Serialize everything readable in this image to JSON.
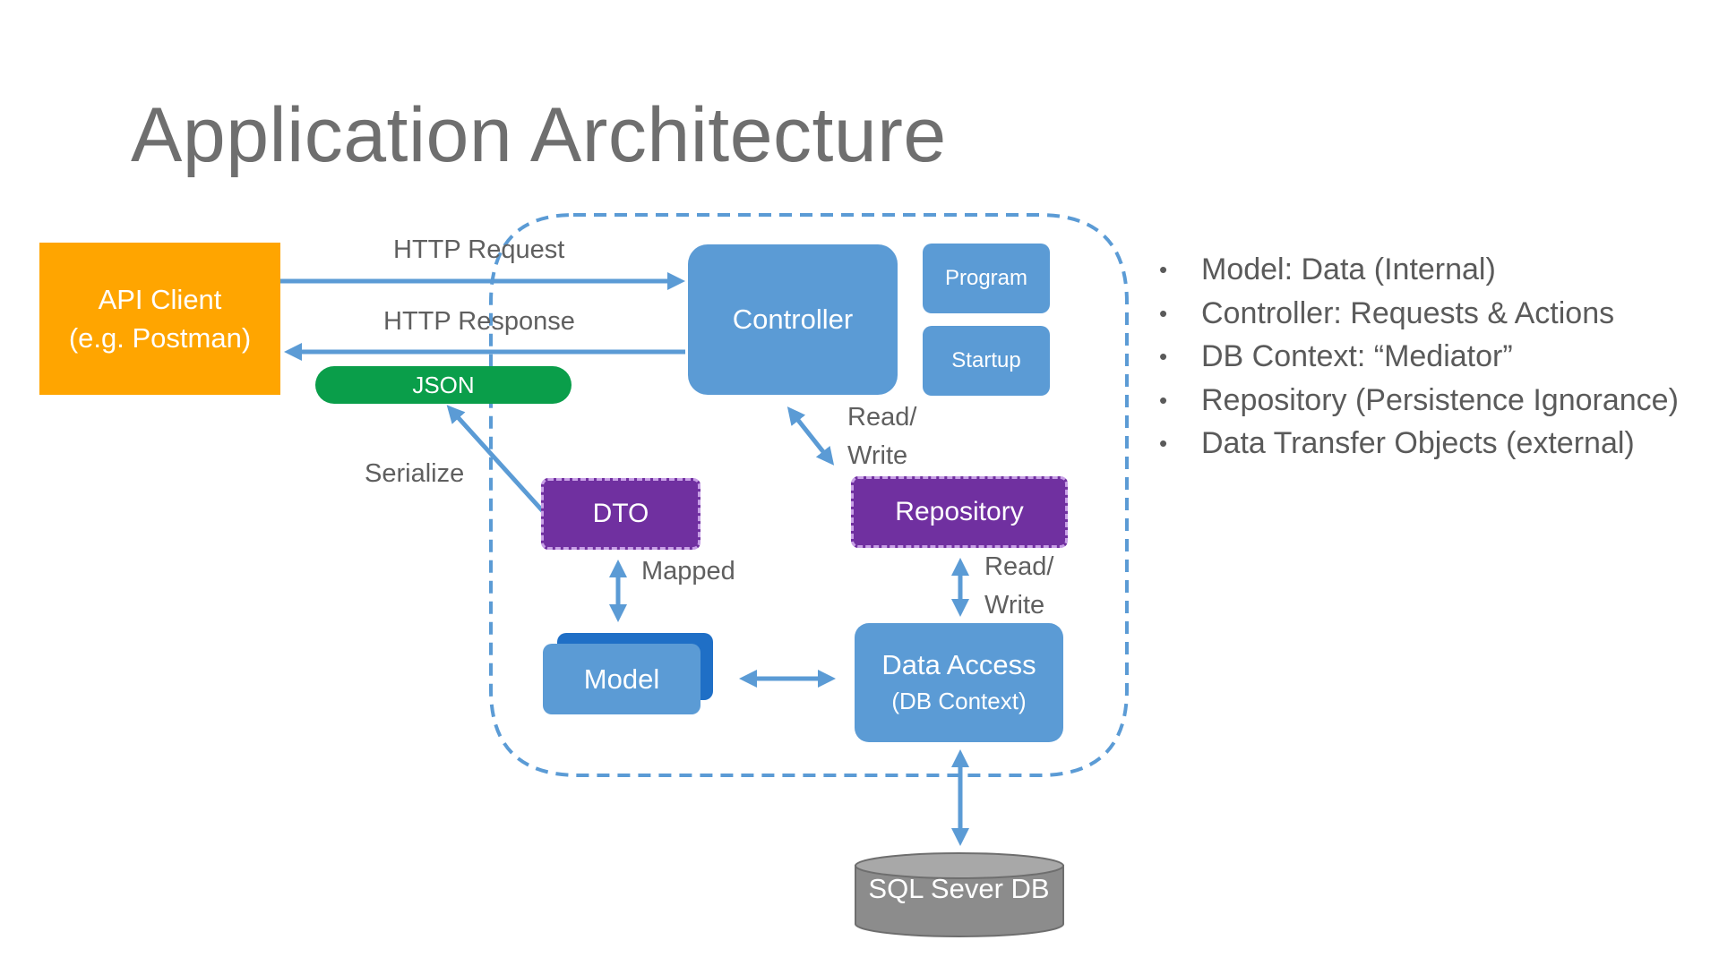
{
  "title": "Application Architecture",
  "colors": {
    "api_client": "#ffa500",
    "blue_box": "#5b9bd5",
    "dark_blue": "#1f6fc6",
    "purple_box": "#7030a0",
    "json_pill": "#0a9e4a",
    "db_gray": "#8c8c8c",
    "arrow": "#5b9bd5",
    "text_gray": "#5f5f5f"
  },
  "nodes": {
    "api_client": {
      "line1": "API Client",
      "line2": "(e.g. Postman)"
    },
    "controller": "Controller",
    "program": "Program",
    "startup": "Startup",
    "json": "JSON",
    "dto": "DTO",
    "repository": "Repository",
    "model": "Model",
    "data_access": {
      "line1": "Data Access",
      "line2": "(DB Context)"
    },
    "database": "SQL Sever DB"
  },
  "edges": {
    "http_request": "HTTP Request",
    "http_response": "HTTP Response",
    "serialize": "Serialize",
    "controller_repository": {
      "line1": "Read/",
      "line2": "Write"
    },
    "dto_model": "Mapped",
    "repository_data_access": {
      "line1": "Read/",
      "line2": "Write"
    }
  },
  "bullets": [
    "Model: Data (Internal)",
    "Controller: Requests & Actions",
    "DB Context: “Mediator”",
    "Repository (Persistence Ignorance)",
    "Data Transfer Objects (external)"
  ],
  "bullet_marker": "•"
}
